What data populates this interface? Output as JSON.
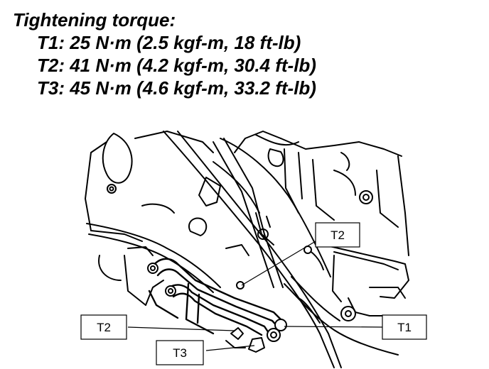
{
  "header": {
    "title": "Tightening torque:",
    "specs": [
      "T1: 25 N·m (2.5 kgf-m, 18 ft-lb)",
      "T2: 41 N·m (4.2 kgf-m, 30.4 ft-lb)",
      "T3: 45 N·m (4.6 kgf-m, 33.2 ft-lb)"
    ]
  },
  "callouts": {
    "t2_upper": "T2",
    "t2_left": "T2",
    "t1": "T1",
    "t3": "T3"
  }
}
